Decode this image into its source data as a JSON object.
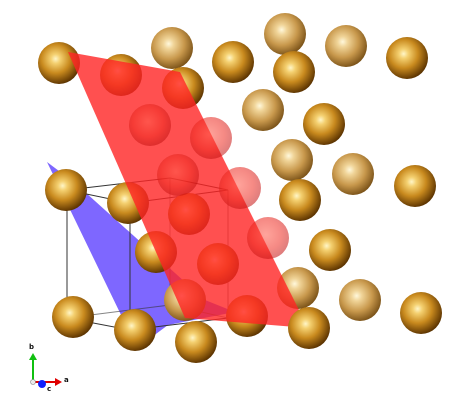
{
  "colors": {
    "background": "#ffffff",
    "atom_highlight": "#fff2b0",
    "atom_mid": "#d99a2a",
    "atom_dark": "#6a3d00",
    "plane_red": "#ff2020",
    "plane_blue": "#5a3cff",
    "cell_edge": "#333333",
    "axis_a": "#e00000",
    "axis_b": "#10c010",
    "axis_c": "#1020ff"
  },
  "axes": {
    "a_label": "a",
    "b_label": "b",
    "c_label": "c"
  },
  "legend": {
    "atoms": {
      "icon": "sphere-atom-icon"
    },
    "unit_cell": {
      "icon": "wireframe-box-icon"
    },
    "red_plane": {
      "icon": "red-lattice-plane-icon"
    },
    "blue_plane": {
      "icon": "blue-lattice-plane-icon"
    }
  }
}
